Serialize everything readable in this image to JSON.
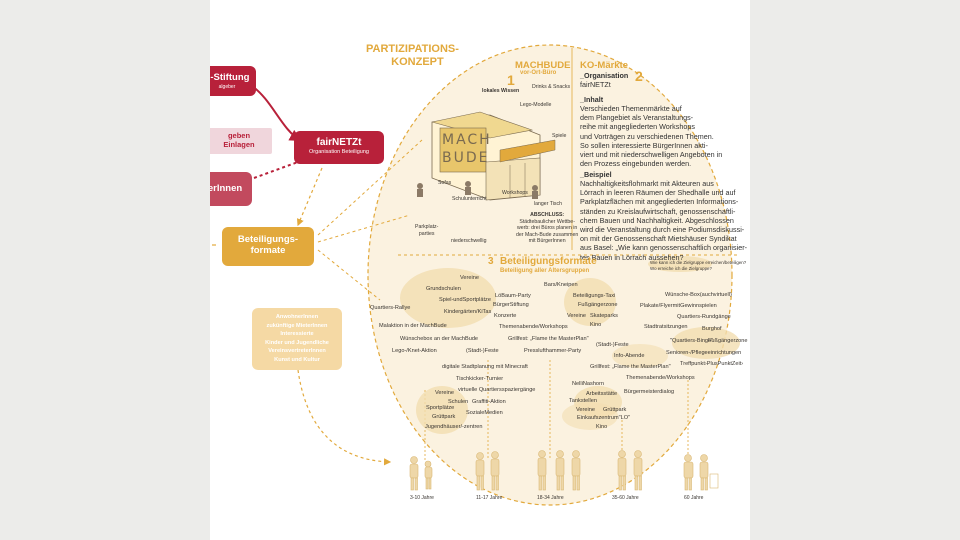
{
  "title": [
    "PARTIZIPATIONS-",
    "KONZEPT"
  ],
  "left": {
    "stiftung_box": "n-Stiftung",
    "stiftung_sub": "algeber",
    "geben_label": [
      "geben",
      "Einlagen"
    ],
    "fairnetzt_title": "fairNETZt",
    "fairnetzt_sub": "Organisation Beteiligung",
    "tenants_box": "erInnen",
    "beteiligungs_box": [
      "Beteiligungs-",
      "formate"
    ],
    "audience_box": [
      "AnwohnerInnen",
      "zukünftige MieterInnen",
      "Interessierte",
      "Kinder und Jugendliche",
      "VereinsvertreterInnen",
      "Kunst und Kultur"
    ]
  },
  "machbude": {
    "number": "1",
    "title": "MACHBUDE",
    "subtitle": "vor-Ort-Büro",
    "sign_top": "MACH",
    "sign_bottom": "BUDE",
    "labels": {
      "lokales_wissen": "lokales Wissen",
      "drinks": "Drinks & Snacks",
      "lego": "Lego-Modelle",
      "spiele": "Spiele",
      "sofas": "Sofas",
      "workshops": "Workshops",
      "schulunterricht": "Schulunterricht",
      "langer_tisch": "langer Tisch",
      "parkplatz": [
        "Parkplatz-",
        "parties"
      ],
      "niederschwellig": "niederschwellig",
      "abschluss_title": "ABSCHLUSS:",
      "abschluss_text": [
        "Städtebaulicher Wettbe-",
        "werb: drei Büros planen in",
        "der Mach-Bude zusammen",
        "mit BürgerInnen"
      ]
    }
  },
  "ko": {
    "number": "2",
    "title": "KO-Märkte",
    "org_head": "_Organisation",
    "org_text": "fairNETZt",
    "inhalt_head": "_Inhalt",
    "inhalt_text": [
      "Verschieden Themenmärkte auf",
      "dem Plangebiet als Veranstaltungs-",
      "reihe mit angegliederten Workshops",
      "und Vorträgen zu verschiedenen Themen.",
      "So sollen interessierte BürgerInnen akti-",
      "viert und mit niederschwelligen Angeboten in",
      "den Prozess eingebunden werden."
    ],
    "beispiel_head": "_Beispiel",
    "beispiel_text": [
      "Nachhaltigkeitsflohmarkt mit Akteuren aus",
      "Lörrach in leeren Räumen der Shedhalle und auf",
      "Parkplatzflächen mit angegliederten Informations-",
      "ständen zu Kreislaufwirtschaft, genossenschaftli-",
      "chem Bauen und Nachhaltigkeit. Abgeschlossen",
      "wird die Veranstaltung durch eine Podiumsdiskussi-",
      "on mit der Genossenschaft Mietshäuser Syndikat",
      "aus Basel: „Wie kann genossenschaftlich organisier-",
      "tes Bauen in Lörrach aussehen?"
    ]
  },
  "formats": {
    "number": "3",
    "title": "Beteiligungsformate",
    "subtitle": "Beteiligung aller Altersgruppen",
    "question": [
      "Wie kann ich die Zielgruppe erreichen/beteiligen?",
      "Wo erreiche ich die Zielgruppe?"
    ],
    "col1": [
      "Vereine",
      "Grundschulen",
      "Quartiers-Rallye",
      "Spiel-undSportplätze",
      "Kindergärten/KiTas",
      "Malaktion in der MachBude",
      "Wünschebox an der MachBude",
      "Lego-/Knet-Aktion"
    ],
    "col2": [
      "Bars/Kneipen",
      "LöBaum-Party",
      "Beteiligungs-Taxi",
      "BürgerStiftung",
      "Fußgängerzone",
      "Konzerte",
      "Vereine",
      "Skateparks",
      "Kino",
      "Themenabende/Workshops",
      "Grillfest: „Flame the MasterPlan\"",
      "Presslufthammer-Party"
    ],
    "col3": [
      "Wünsche-Box(auchvirtuell)",
      "Plakate/Flyermit­Gewinnspielen",
      "Quartiers-Rundgänge",
      "Stadtratsitzungen",
      "Burghof",
      "\"Quartiers-Bingo\"",
      "Fußgängerzone",
      "Senioren-/Pflegeeinrichtungen",
      "Treffpunkt›PlusPunktZeit›"
    ],
    "mid": [
      "(Stadt-)Feste",
      "(Stadt-)Feste",
      "Info-Abende",
      "Grillfest: „Flame the MasterPlan\"",
      "digitale Stadtplanung mit Minecraft",
      "Tischkicker-Turnier",
      "Themenabende/Workshops",
      "virtuelle Quartiersspaziergänge",
      "NelliNashorn",
      "Bürgermeisterdialog",
      "Arbeitsstätte",
      "Vereine",
      "Graffiti-Aktion",
      "Tankstellen",
      "Schulen",
      "Sportplätze",
      "SozialeMedien",
      "Vereine",
      "Grüttpark",
      "Grüttpark",
      "Einkaufszentrum\"LO\"",
      "Jugendhäuser/-zentren",
      "Kino"
    ],
    "ages": [
      "3-10 Jahre",
      "11-17 Jahre",
      "18-34 Jahre",
      "35-60 Jahre",
      "60 Jahre"
    ]
  },
  "colors": {
    "gold": "#e2a93c",
    "red": "#b8213a",
    "pale_gold": "#f3ddb0",
    "ellipse_fill": "#fbf2e0"
  }
}
